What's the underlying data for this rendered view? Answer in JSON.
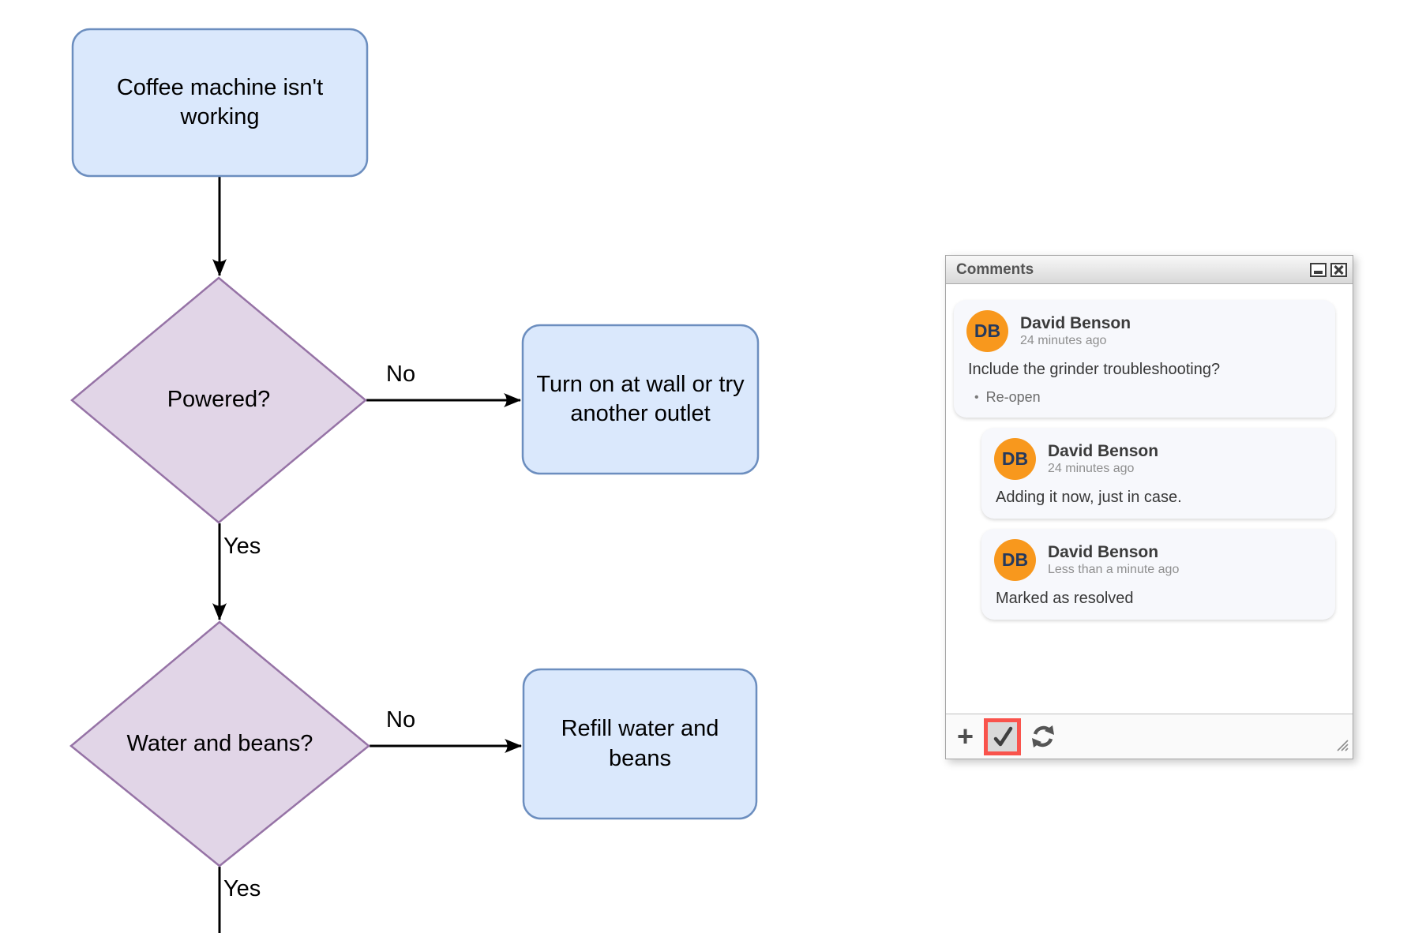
{
  "flowchart": {
    "nodes": [
      {
        "id": "start",
        "type": "rounded-rect",
        "label": "Coffee machine isn't\nworking"
      },
      {
        "id": "powered",
        "type": "decision",
        "label": "Powered?"
      },
      {
        "id": "outlet",
        "type": "rounded-rect",
        "label": "Turn on at wall or try\nanother outlet"
      },
      {
        "id": "water-beans",
        "type": "decision",
        "label": "Water and beans?"
      },
      {
        "id": "refill",
        "type": "rounded-rect",
        "label": "Refill water and\nbeans"
      }
    ],
    "edges": [
      {
        "from": "start",
        "to": "powered",
        "label": ""
      },
      {
        "from": "powered",
        "to": "outlet",
        "label": "No"
      },
      {
        "from": "powered",
        "to": "water-beans",
        "label": "Yes"
      },
      {
        "from": "water-beans",
        "to": "refill",
        "label": "No"
      },
      {
        "from": "water-beans",
        "to": "offscreen",
        "label": "Yes"
      }
    ],
    "colors": {
      "process_fill": "#dae8fc",
      "process_stroke": "#6c8ebf",
      "decision_fill": "#e1d5e7",
      "decision_stroke": "#9673a6",
      "edge": "#000000"
    }
  },
  "comments_panel": {
    "title": "Comments",
    "comments": [
      {
        "initials": "DB",
        "author": "David Benson",
        "time": "24 minutes ago",
        "text": "Include the grinder troubleshooting?",
        "action": "Re-open",
        "reply": false
      },
      {
        "initials": "DB",
        "author": "David Benson",
        "time": "24 minutes ago",
        "text": "Adding it now, just in case.",
        "reply": true
      },
      {
        "initials": "DB",
        "author": "David Benson",
        "time": "Less than a minute ago",
        "text": "Marked as resolved",
        "reply": true
      }
    ],
    "icons": {
      "add": "plus",
      "resolve": "checkmark",
      "refresh": "circular-arrows",
      "minimize": "underscore",
      "close": "x",
      "resize": "diagonal-grip"
    },
    "colors": {
      "avatar": "#f8981d",
      "avatar_initials": "#253a5e",
      "highlight_red": "#f9534c",
      "card_bg": "#f7f8fc"
    }
  }
}
